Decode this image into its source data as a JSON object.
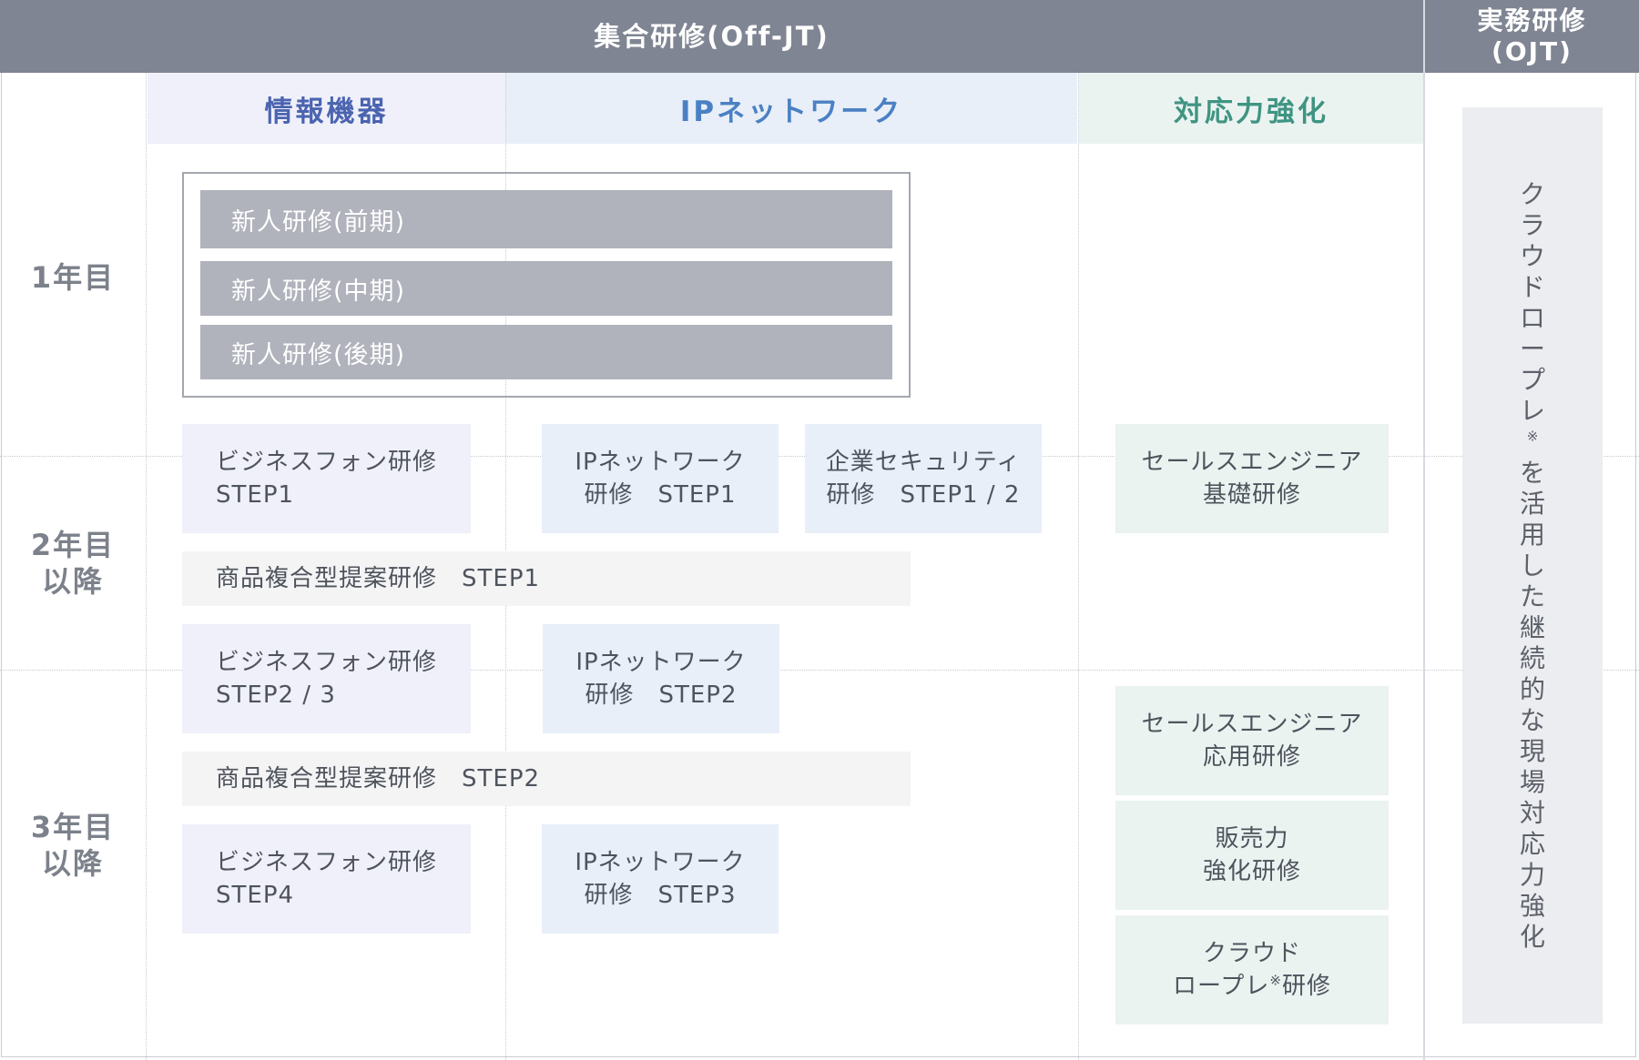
{
  "header": {
    "offjt_title": "集合研修(Off-JT)",
    "ojt_title_line1": "実務研修",
    "ojt_title_line2": "(OJT)"
  },
  "columns": {
    "info": "情報機器",
    "ip": "IPネットワーク",
    "response": "対応力強化"
  },
  "rows": {
    "year1": "1年目",
    "year2_line1": "2年目",
    "year2_line2": "以降",
    "year3_line1": "3年目",
    "year3_line2": "以降"
  },
  "new_hire": {
    "early": "新人研修(前期)",
    "mid": "新人研修(中期)",
    "late": "新人研修(後期)"
  },
  "courses": {
    "bizphone1_line1": "ビジネスフォン研修",
    "bizphone1_line2": "STEP1",
    "ipnet1_line1": "IPネットワーク",
    "ipnet1_line2": "研修　STEP1",
    "security_line1": "企業セキュリティ",
    "security_line2": "研修　STEP1 / 2",
    "sales_basic_line1": "セールスエンジニア",
    "sales_basic_line2": "基礎研修",
    "proposal1": "商品複合型提案研修　STEP1",
    "bizphone23_line1": "ビジネスフォン研修",
    "bizphone23_line2": "STEP2 / 3",
    "ipnet2_line1": "IPネットワーク",
    "ipnet2_line2": "研修　STEP2",
    "sales_applied_line1": "セールスエンジニア",
    "sales_applied_line2": "応用研修",
    "proposal2": "商品複合型提案研修　STEP2",
    "sales_power_line1": "販売力",
    "sales_power_line2": "強化研修",
    "bizphone4_line1": "ビジネスフォン研修",
    "bizphone4_line2": "STEP4",
    "ipnet3_line1": "IPネットワーク",
    "ipnet3_line2": "研修　STEP3",
    "cloud_line1": "クラウド",
    "cloud_line2a": "ロープレ",
    "cloud_note_mark": "※",
    "cloud_line2b": "研修"
  },
  "ojt_panel": {
    "text_before_note": "クラウドロープレ",
    "note_mark": "※",
    "text_after_note": "を活用した継続的な現場対応力強化"
  },
  "colors": {
    "header_bg": "#7f8592",
    "info_head_text": "#4b64b0",
    "ip_head_text": "#4b80c4",
    "response_head_text": "#3f9482",
    "new_hire_bar": "#b0b2bc"
  }
}
